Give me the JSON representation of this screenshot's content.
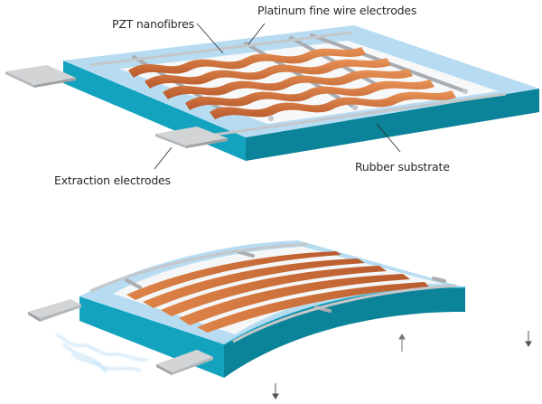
{
  "labels": {
    "pzt": "PZT nanofibres",
    "platinum": "Platinum fine wire electrodes",
    "extraction": "Extraction electrodes",
    "rubber": "Rubber substrate"
  },
  "colors": {
    "substrate_front": "#14a3bf",
    "substrate_side": "#0b8398",
    "top_border": "#b7dcf2",
    "inner_field": "#f5f7f8",
    "fibre_light": "#e38a4e",
    "fibre_dark": "#b85a2c",
    "wire": "#b9bcbf",
    "pad": "#d2d4d6",
    "pad_edge": "#9fa2a5",
    "leader": "#333333",
    "spark": "#bfe0f5"
  },
  "icons": {
    "arrow_up": "arrow-up-icon",
    "arrow_down": "arrow-down-icon"
  }
}
